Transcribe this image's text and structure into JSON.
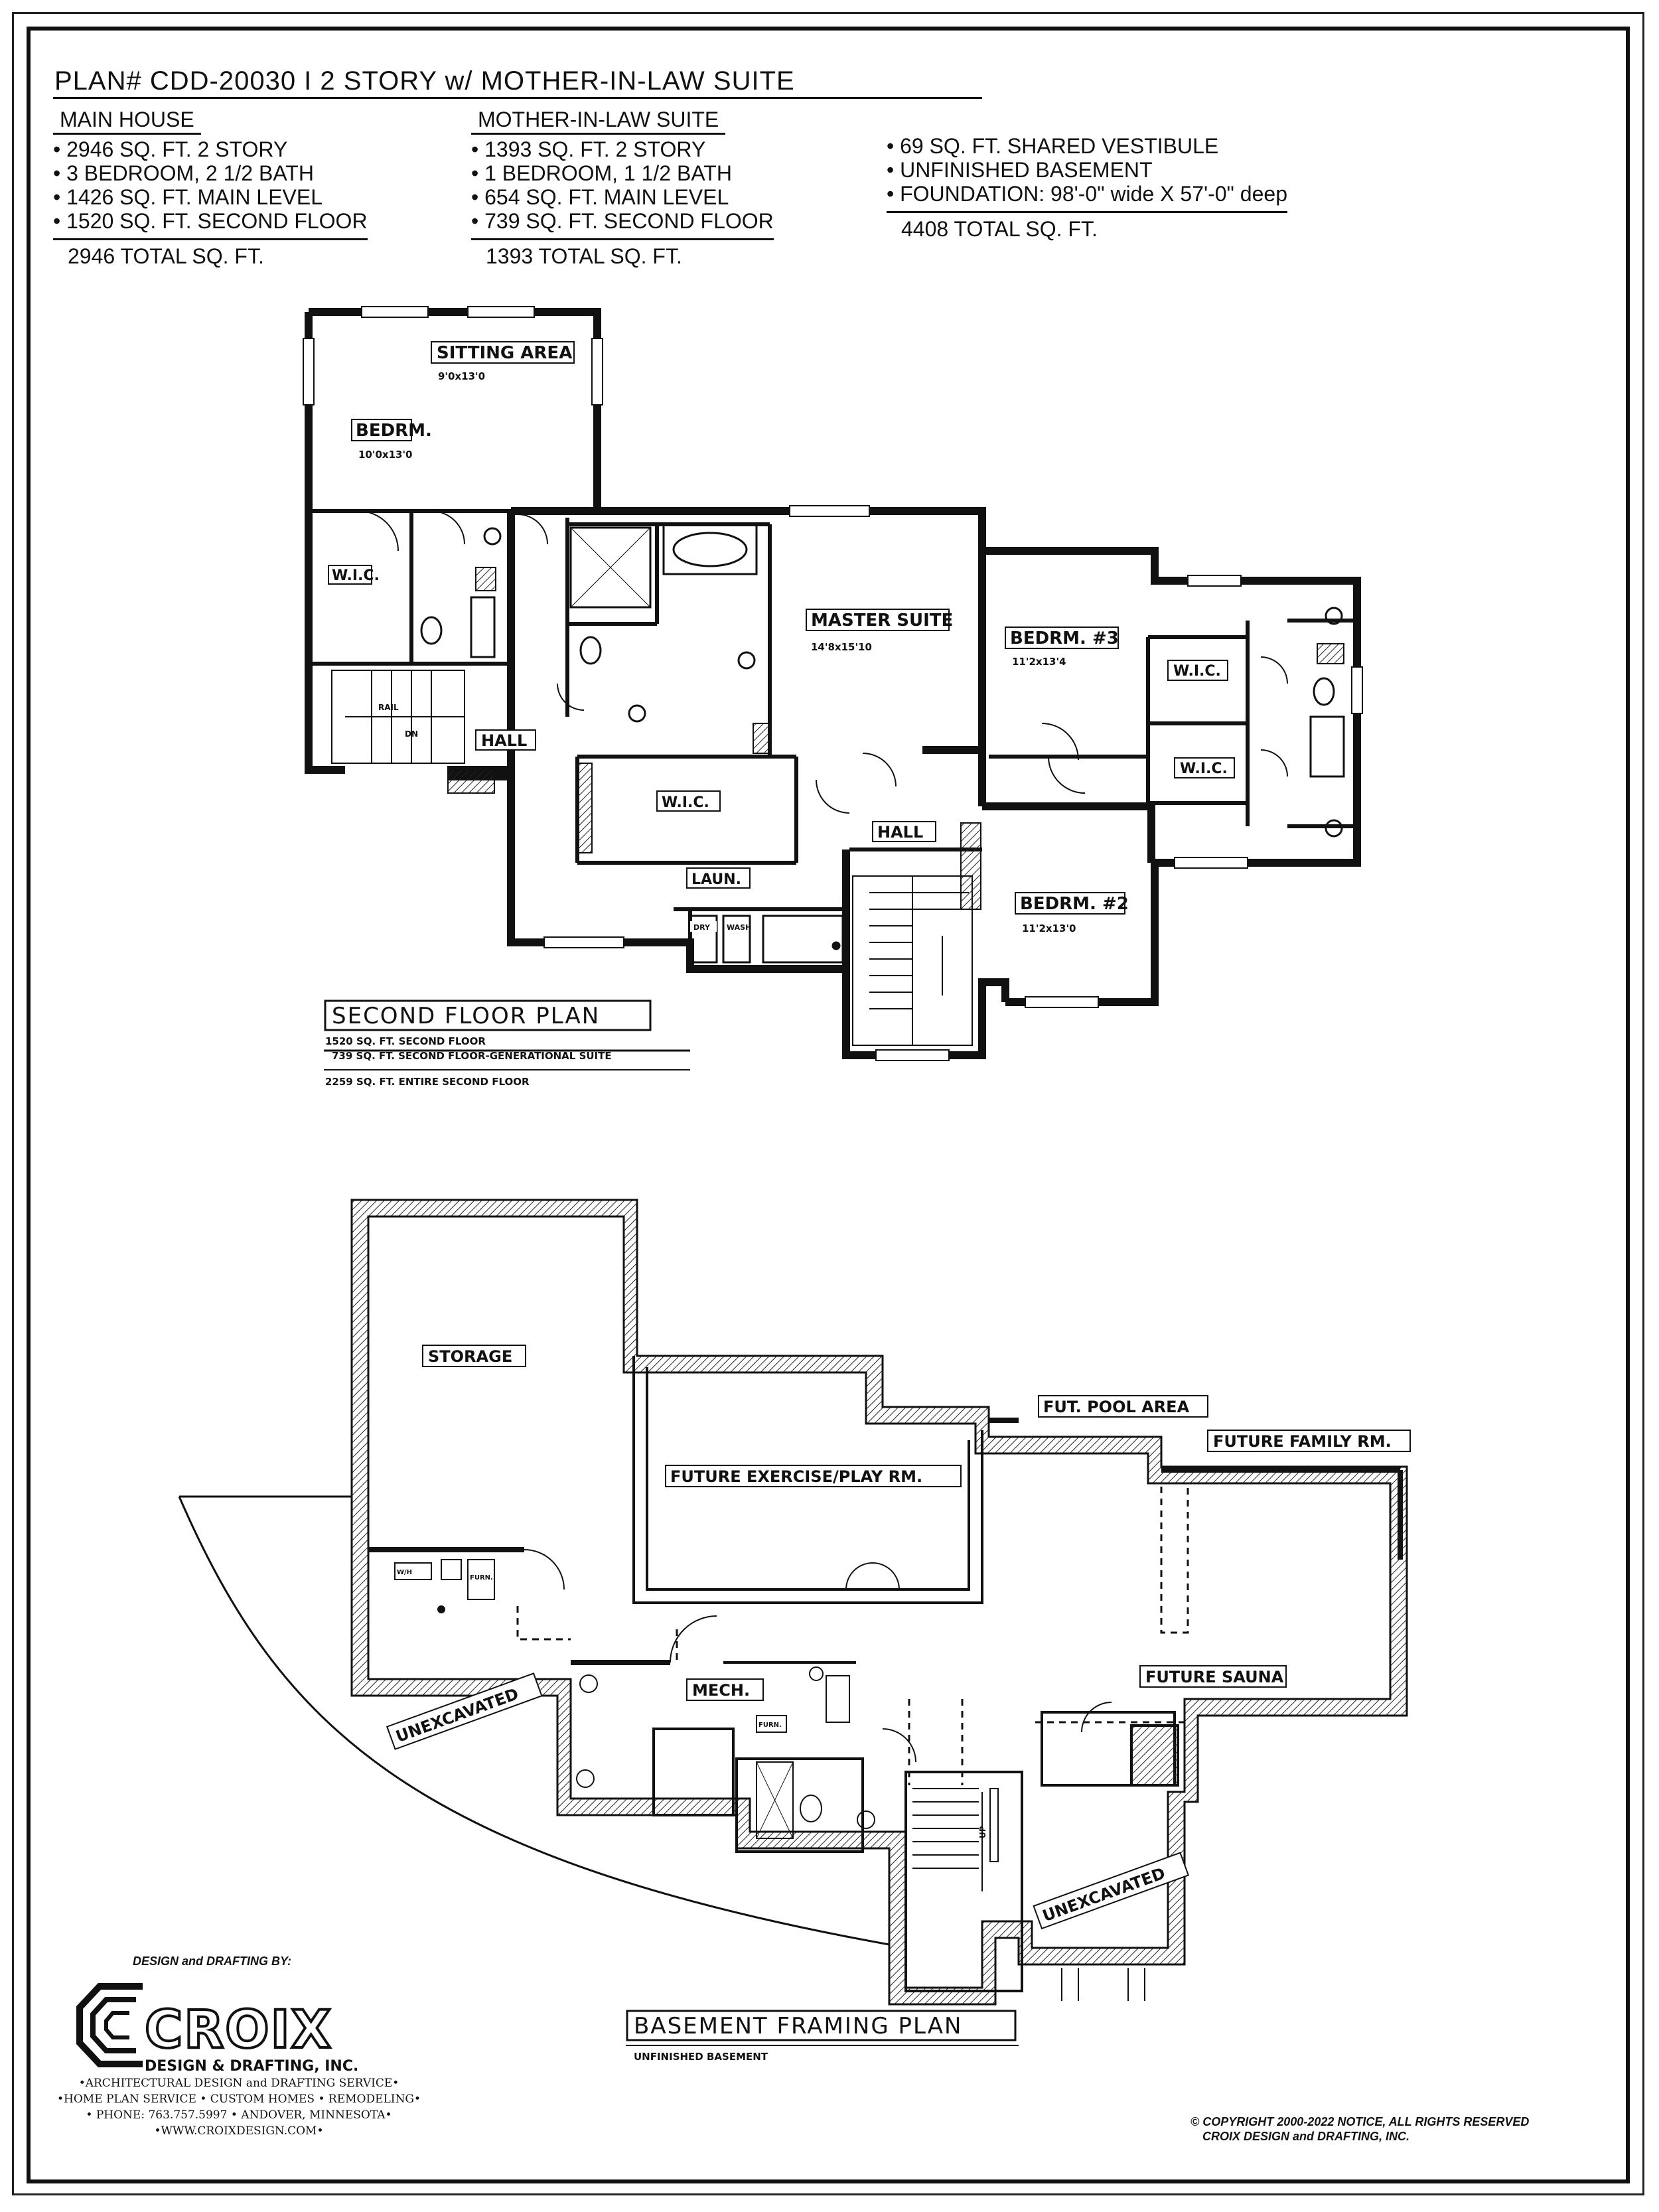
{
  "header": {
    "title": "PLAN# CDD-20030 I 2 STORY w/ MOTHER-IN-LAW SUITE",
    "main_house": {
      "heading": "MAIN HOUSE",
      "items": [
        "• 2946 SQ. FT. 2 STORY",
        "• 3 BEDROOM, 2 1/2 BATH",
        "• 1426 SQ. FT. MAIN LEVEL",
        "• 1520 SQ. FT. SECOND FLOOR"
      ],
      "total": "2946 TOTAL SQ. FT."
    },
    "mil_suite": {
      "heading": "MOTHER-IN-LAW SUITE",
      "items": [
        "• 1393 SQ. FT. 2 STORY",
        "• 1 BEDROOM, 1 1/2 BATH",
        "• 654 SQ. FT. MAIN LEVEL",
        "• 739 SQ. FT. SECOND FLOOR"
      ],
      "total": "1393 TOTAL SQ. FT."
    },
    "shared": {
      "items": [
        "• 69 SQ. FT. SHARED VESTIBULE",
        "• UNFINISHED BASEMENT",
        "• FOUNDATION: 98'-0\" wide X 57'-0\" deep"
      ],
      "total": "4408 TOTAL SQ. FT."
    }
  },
  "second_floor": {
    "title": "SECOND FLOOR PLAN",
    "note1": "1520 SQ. FT. SECOND FLOOR",
    "note2": "739 SQ. FT. SECOND FLOOR-GENERATIONAL SUITE",
    "note3": "2259 SQ. FT. ENTIRE SECOND FLOOR",
    "rooms": {
      "sitting": "SITTING AREA",
      "sitting_dim": "9'0x13'0",
      "bedrm": "BEDRM.",
      "bedrm_dim": "10'0x13'0",
      "wic1": "W.I.C.",
      "hall1": "HALL",
      "master": "MASTER SUITE",
      "master_dim": "14'8x15'10",
      "wic2": "W.I.C.",
      "laun": "LAUN.",
      "hall2": "HALL",
      "bed3": "BEDRM. #3",
      "bed3_dim": "11'2x13'4",
      "wic3": "W.I.C.",
      "wic4": "W.I.C.",
      "bed2": "BEDRM. #2",
      "bed2_dim": "11'2x13'0",
      "rail": "RAIL",
      "dn": "DN",
      "dryer": "DRY",
      "washer": "WASH"
    }
  },
  "basement": {
    "title": "BASEMENT FRAMING PLAN",
    "subtitle": "UNFINISHED BASEMENT",
    "rooms": {
      "storage": "STORAGE",
      "exercise": "FUTURE EXERCISE/PLAY RM.",
      "pool": "FUT. POOL AREA",
      "family": "FUTURE FAMILY RM.",
      "mech": "MECH.",
      "sauna": "FUTURE SAUNA",
      "unexc1": "UNEXCAVATED",
      "unexc2": "UNEXCAVATED",
      "furn": "FURN.",
      "wh": "W/H",
      "up": "UP"
    }
  },
  "credits": {
    "design_by": "DESIGN and DRAFTING BY:",
    "logo_big": "CROIX",
    "logo_sub": "DESIGN & DRAFTING, INC.",
    "line1": "•ARCHITECTURAL DESIGN and DRAFTING SERVICE•",
    "line2": "•HOME PLAN SERVICE • CUSTOM HOMES • REMODELING•",
    "line3": "• PHONE: 763.757.5997 • ANDOVER, MINNESOTA•",
    "line4": "•WWW.CROIXDESIGN.COM•",
    "copyright1": "© COPYRIGHT 2000-2022 NOTICE, ALL RIGHTS RESERVED",
    "copyright2": "CROIX DESIGN and DRAFTING, INC."
  }
}
